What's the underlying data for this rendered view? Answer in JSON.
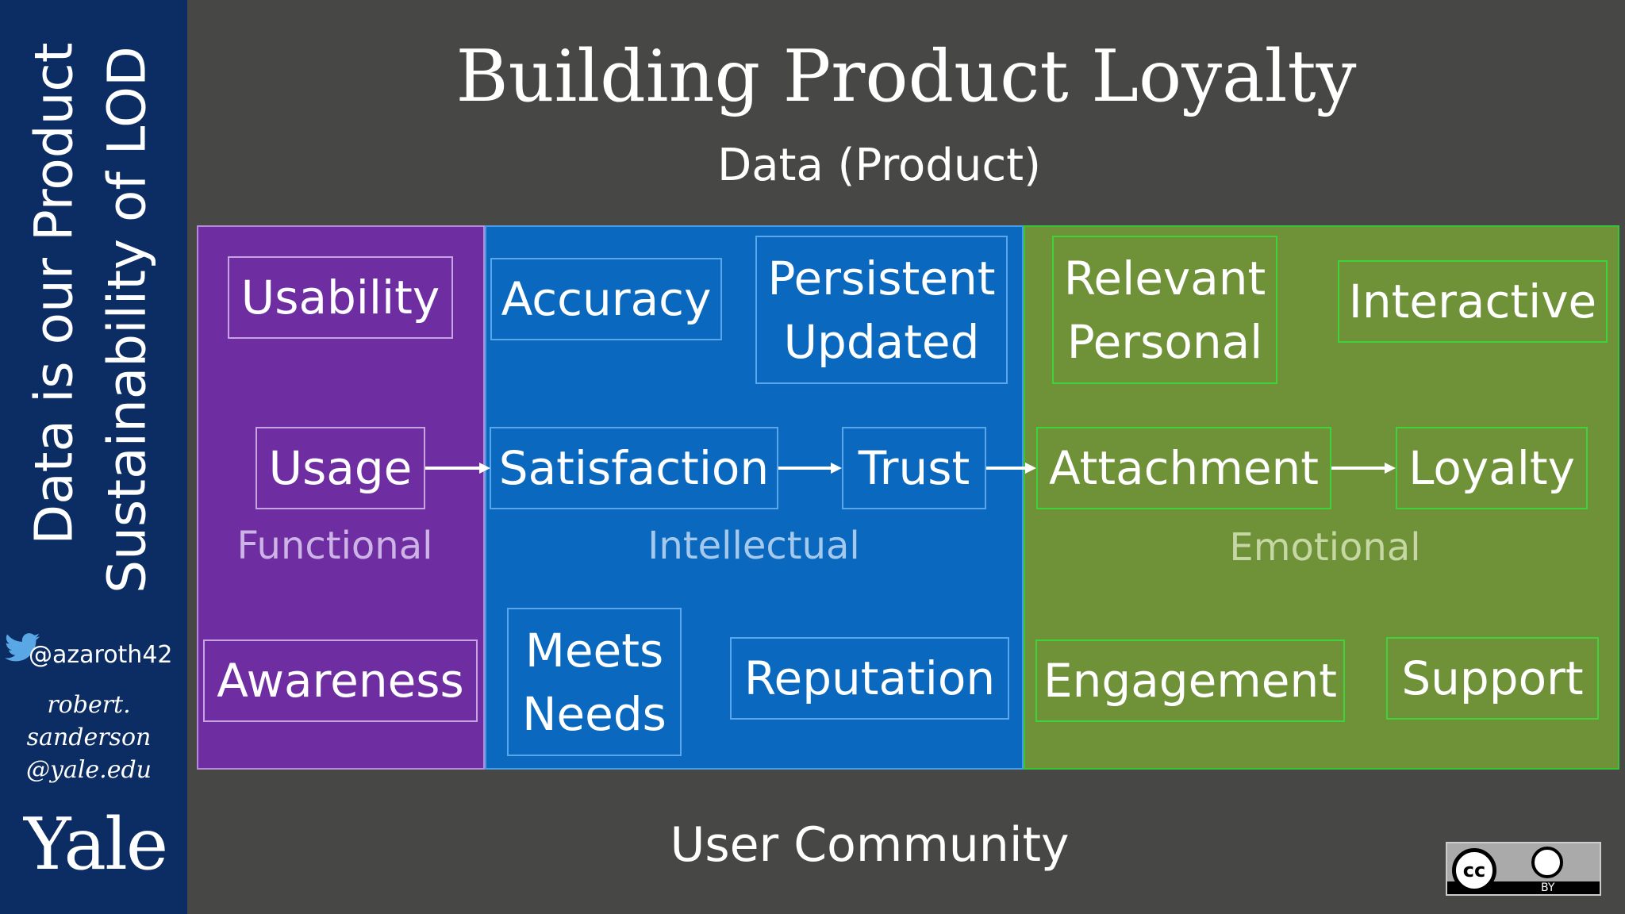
{
  "sidebar": {
    "line1": "Data is our Product",
    "line2": "Sustainability of LOD",
    "handle": "@azaroth42",
    "email_line1": "robert.",
    "email_line2": "sanderson",
    "email_line3": "@yale.edu",
    "logo": "Yale"
  },
  "title": "Building Product Loyalty",
  "subtitle": "Data (Product)",
  "footer": "User Community",
  "functional": {
    "label": "Functional",
    "usability": "Usability",
    "usage": "Usage",
    "awareness": "Awareness"
  },
  "intellectual": {
    "label": "Intellectual",
    "accuracy": "Accuracy",
    "persistent_1": "Persistent",
    "persistent_2": "Updated",
    "satisfaction": "Satisfaction",
    "trust": "Trust",
    "meets_1": "Meets",
    "meets_2": "Needs",
    "reputation": "Reputation"
  },
  "emotional": {
    "label": "Emotional",
    "relevant_1": "Relevant",
    "relevant_2": "Personal",
    "interactive": "Interactive",
    "attachment": "Attachment",
    "loyalty": "Loyalty",
    "engagement": "Engagement",
    "support": "Support"
  },
  "license": {
    "cc": "cc",
    "by": "BY"
  },
  "colors": {
    "functional": "#6e2ea2",
    "intellectual": "#0a69be",
    "emotional": "#6f9138",
    "sidebar": "#0b2d63",
    "background": "#474746"
  }
}
